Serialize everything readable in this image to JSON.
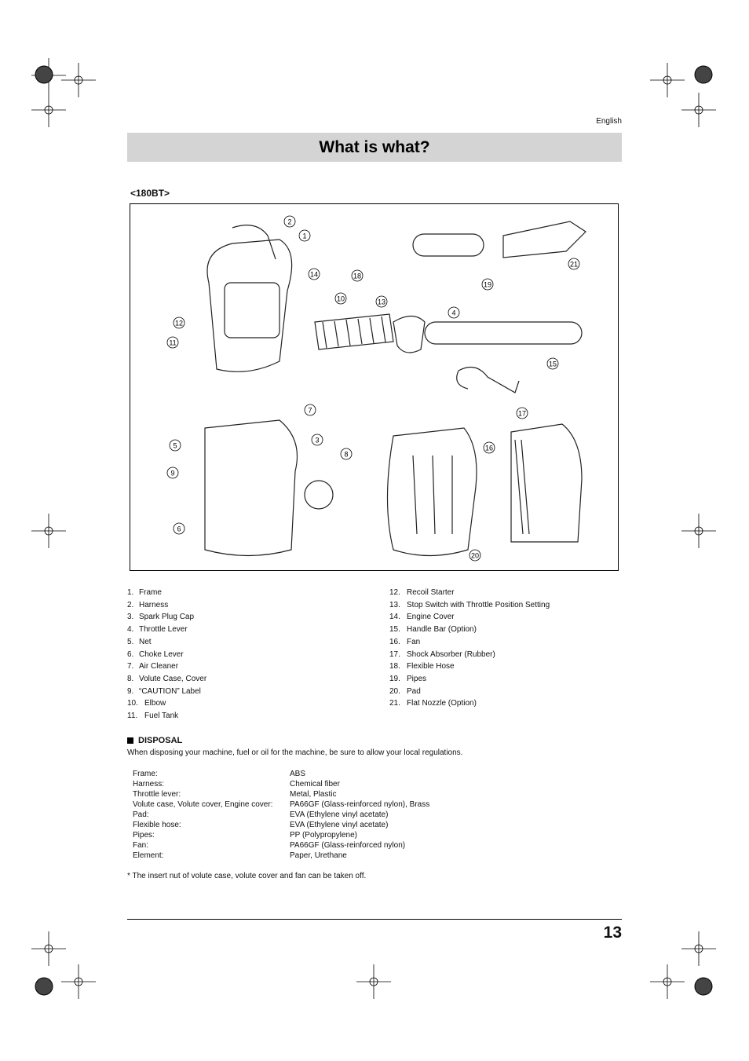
{
  "header": {
    "language": "English"
  },
  "title": "What is what?",
  "model_label": "<180BT>",
  "callouts": [
    "1",
    "2",
    "3",
    "4",
    "5",
    "6",
    "7",
    "8",
    "9",
    "10",
    "11",
    "12",
    "13",
    "14",
    "15",
    "16",
    "17",
    "18",
    "19",
    "20",
    "21"
  ],
  "parts_left": [
    {
      "num": "1.",
      "label": "Frame"
    },
    {
      "num": "2.",
      "label": "Harness"
    },
    {
      "num": "3.",
      "label": "Spark Plug Cap"
    },
    {
      "num": "4.",
      "label": "Throttle Lever"
    },
    {
      "num": "5.",
      "label": "Net"
    },
    {
      "num": "6.",
      "label": "Choke Lever"
    },
    {
      "num": "7.",
      "label": "Air Cleaner"
    },
    {
      "num": "8.",
      "label": "Volute Case, Cover"
    },
    {
      "num": "9.",
      "label": "“CAUTION” Label"
    },
    {
      "num": "10.",
      "label": "Elbow"
    },
    {
      "num": "11.",
      "label": "Fuel Tank"
    }
  ],
  "parts_right": [
    {
      "num": "12.",
      "label": "Recoil Starter"
    },
    {
      "num": "13.",
      "label": "Stop Switch with Throttle Position Setting"
    },
    {
      "num": "14.",
      "label": "Engine Cover"
    },
    {
      "num": "15.",
      "label": "Handle Bar (Option)"
    },
    {
      "num": "16.",
      "label": "Fan"
    },
    {
      "num": "17.",
      "label": "Shock Absorber (Rubber)"
    },
    {
      "num": "18.",
      "label": "Flexible Hose"
    },
    {
      "num": "19.",
      "label": "Pipes"
    },
    {
      "num": "20.",
      "label": "Pad"
    },
    {
      "num": "21.",
      "label": "Flat Nozzle (Option)"
    }
  ],
  "disposal": {
    "heading": "DISPOSAL",
    "intro": "When disposing your machine, fuel or oil for the machine, be sure to allow your local regulations.",
    "materials": [
      {
        "part": "Frame:",
        "material": "ABS"
      },
      {
        "part": "Harness:",
        "material": "Chemical fiber"
      },
      {
        "part": "Throttle lever:",
        "material": "Metal, Plastic"
      },
      {
        "part": "Volute case, Volute cover, Engine cover:",
        "material": "PA66GF (Glass-reinforced nylon), Brass"
      },
      {
        "part": "Pad:",
        "material": "EVA (Ethylene vinyl acetate)"
      },
      {
        "part": "Flexible hose:",
        "material": "EVA (Ethylene vinyl acetate)"
      },
      {
        "part": "Pipes:",
        "material": "PP (Polypropylene)"
      },
      {
        "part": "Fan:",
        "material": "PA66GF (Glass-reinforced nylon)"
      },
      {
        "part": "Element:",
        "material": "Paper, Urethane"
      }
    ],
    "note": "* The insert nut of volute case, volute cover and fan can be taken off."
  },
  "page_number": "13"
}
